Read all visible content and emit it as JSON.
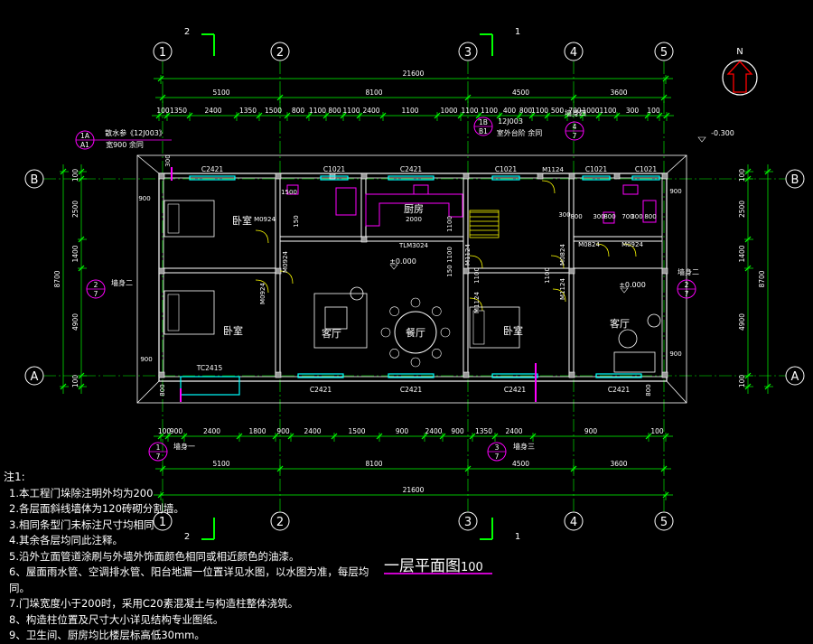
{
  "colors": {
    "background": "#000000",
    "walls": "#ffffff",
    "dims": "#00ff00",
    "axis": "#00ff00",
    "fixtures": "#ff00ff",
    "windows": "#00ffff",
    "text": "#ffffff",
    "accent": "#ffff00"
  },
  "drawing": {
    "title": "一层平面图",
    "scale": "100",
    "north_label": "N",
    "axes_vertical": [
      "1",
      "2",
      "3",
      "4",
      "5"
    ],
    "axes_horizontal": [
      "B",
      "A"
    ],
    "section_marks": {
      "top_left": "2",
      "top_right": "1",
      "bottom_left": "2",
      "bottom_right": "1"
    },
    "overall_dim": "21600",
    "top_dims_l1": [
      "5100",
      "8100",
      "4500",
      "3600"
    ],
    "top_dims_l2": [
      "100",
      "1350",
      "2400",
      "1350",
      "1500",
      "800",
      "1100",
      "800",
      "1100",
      "2400",
      "1100",
      "1000",
      "1100",
      "1100",
      "400",
      "800",
      "1100",
      "500",
      "700",
      "1000",
      "1100",
      "300",
      "100"
    ],
    "bottom_dims_l1": [
      "100",
      "900",
      "2400",
      "1800",
      "900",
      "2400",
      "1500",
      "900",
      "2400",
      "900",
      "1350",
      "2400",
      "900",
      "100"
    ],
    "bottom_dims_l2": [
      "5100",
      "8100",
      "4500",
      "3600"
    ],
    "left_dims": [
      "100",
      "2500",
      "1400",
      "4900",
      "100"
    ],
    "left_total": "8700",
    "right_dims": [
      "100",
      "2500",
      "1400",
      "4900",
      "100"
    ],
    "right_total": "8700",
    "rooms": [
      "卧室",
      "卧室",
      "厨房",
      "客厅",
      "餐厅",
      "卧室",
      "客厅"
    ],
    "windows": [
      "C2421",
      "C1021",
      "C2421",
      "C1021",
      "C1021",
      "C1021",
      "C2421",
      "C2421",
      "C2421",
      "C2421",
      "TC2415"
    ],
    "doors": [
      "M0924",
      "M0924",
      "M0924",
      "M1124",
      "M0824",
      "M0824",
      "M0924",
      "M1124",
      "M1124",
      "TLM3024"
    ],
    "elevations": [
      "±0.000",
      "±0.000",
      "-0.300"
    ],
    "callouts": {
      "c1a": "1A",
      "c1a_sub": "A1",
      "c1a_text1": "散水参《12J003》",
      "c1a_text2": "宽900 余同",
      "c1b": "1B",
      "c1b_sub": "B1",
      "c1b_ref": "12J003",
      "c1b_text": "室外台阶 余同",
      "c47_top": "4",
      "c47_bot": "7",
      "c47_label": "墙身四",
      "c27l_top": "2",
      "c27l_bot": "7",
      "c27l_label": "墙身二",
      "c27r_top": "2",
      "c27r_bot": "7",
      "c27r_label": "墙身二",
      "c17_top": "1",
      "c17_bot": "7",
      "c17_label": "墙身一",
      "c37_top": "3",
      "c37_bot": "7",
      "c37_label": "墙身三"
    },
    "misc_dims": [
      "300",
      "300",
      "800",
      "300",
      "800",
      "700",
      "300",
      "800",
      "900",
      "900",
      "900",
      "900",
      "800",
      "800",
      "1500",
      "2000",
      "150",
      "1100",
      "1100",
      "150",
      "1100",
      "1100"
    ]
  },
  "notes": {
    "heading": "注1:",
    "items": [
      "1.本工程门垛除注明外均为200",
      "2.各层面斜线墙体为120砖砌分割墙。",
      "3.相同条型门未标注尺寸均相同",
      "4.其余各层均同此注释。",
      "5.沿外立面管道涂刷与外墙外饰面颜色相同或相近颜色的油漆。",
      "6、屋面雨水管、空调排水管、阳台地漏一位置详见水图，以水图为准，每层均同。",
      "7.门垛宽度小于200时，采用C20素混凝土与构造柱整体浇筑。",
      "8、构造柱位置及尺寸大小详见结构专业图纸。",
      "9、卫生间、厨房均比楼层标高低30mm。"
    ]
  }
}
